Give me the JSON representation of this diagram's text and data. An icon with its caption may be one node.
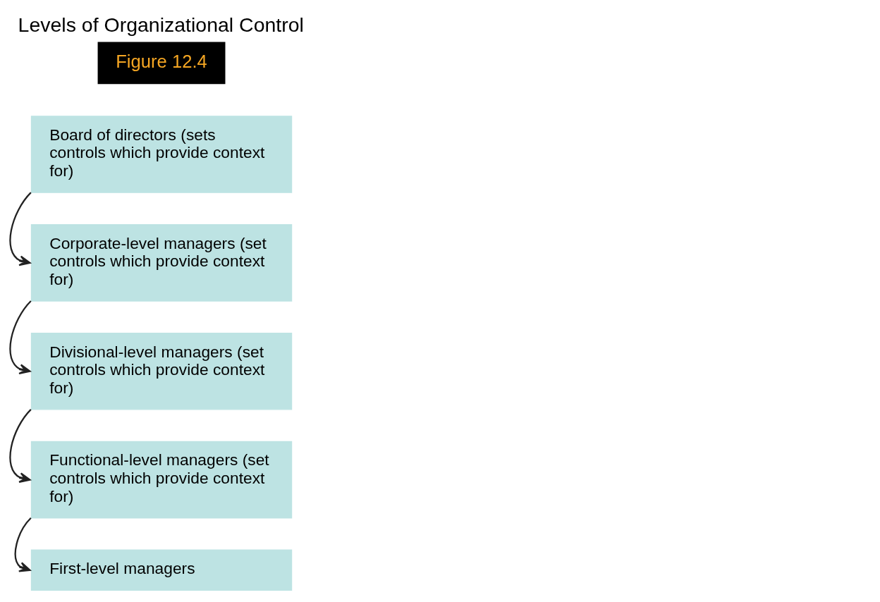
{
  "diagram": {
    "title": "Levels of Organizational Control",
    "nodes": [
      {
        "text": [
          "Board of directors (sets controls which provide context for)"
        ]
      },
      {
        "text": [
          "Corporate-level managers (set controls which provide context for)"
        ]
      },
      {
        "text": [
          "Divisional-level managers (set controls which provide context for)"
        ]
      },
      {
        "text": [
          "Functional-level managers (set controls which provide context for)"
        ]
      },
      {
        "text": [
          "First-level managers"
        ]
      }
    ],
    "edges": [
      {
        "from": 0,
        "to": 1,
        "arrow": "to"
      },
      {
        "from": 1,
        "to": 2,
        "arrow": "to"
      },
      {
        "from": 2,
        "to": 3,
        "arrow": "to"
      },
      {
        "from": 3,
        "to": 4,
        "arrow": "to"
      }
    ],
    "labels": [
      "Figure 12.4"
    ]
  }
}
